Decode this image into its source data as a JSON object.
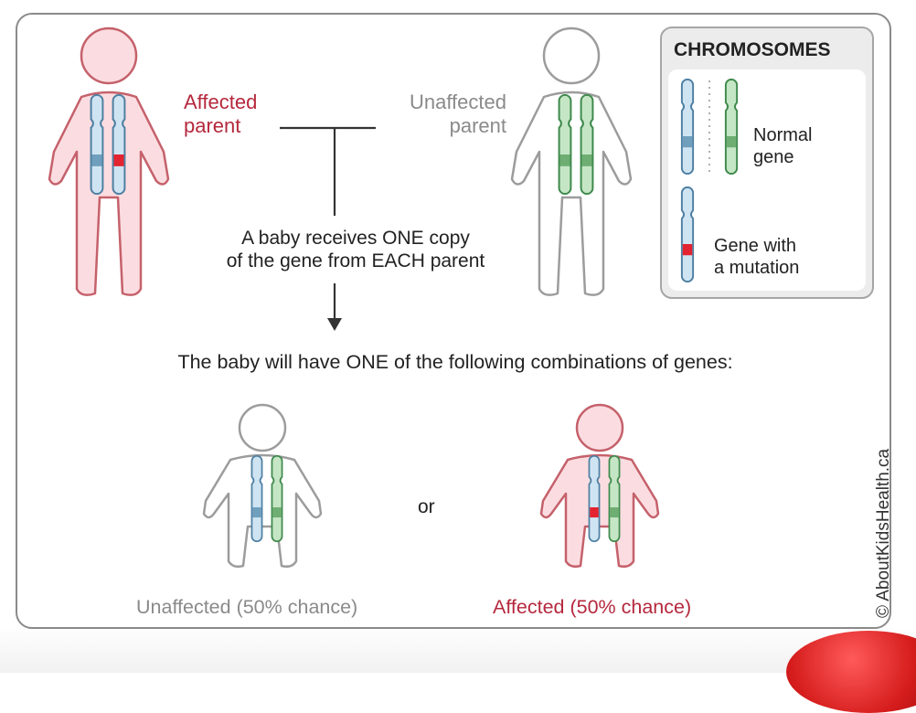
{
  "parents": {
    "affected_label": "Affected\nparent",
    "unaffected_label": "Unaffected\nparent"
  },
  "inheritance_note": "A baby receives ONE copy\nof the gene from EACH parent",
  "combinations_heading": "The baby will have ONE of the following combinations of genes:",
  "or_text": "or",
  "outcomes": {
    "unaffected": "Unaffected (50% chance)",
    "affected": "Affected (50% chance)"
  },
  "legend": {
    "title": "CHROMOSOMES",
    "normal_label": "Normal\ngene",
    "mutation_label": "Gene with\na mutation"
  },
  "copyright": "© AboutKidsHealth.ca",
  "colors": {
    "affected_text": "#b5283d",
    "unaffected_text": "#8a8a8a",
    "affected_fill": "#fbdde1",
    "affected_outline": "#c5616b",
    "unaffected_outline": "#9c9c9c",
    "chromosome_blue": "#cfe4f2",
    "chromosome_blue_band": "#6f9fbd",
    "chromosome_green": "#c5e6c5",
    "chromosome_green_band": "#6fae72",
    "mutation_red": "#e3232f"
  }
}
